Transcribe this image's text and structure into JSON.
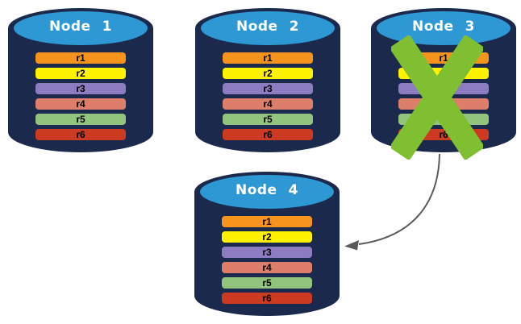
{
  "colors": {
    "background": "#FFFFFF",
    "cylinder_body": "#1B2A4C",
    "cylinder_top": "#2D98D4",
    "node_label_text": "#FFFFFF",
    "row_label_text": "#000000",
    "failure_x": "#80BE32",
    "arrow": "#5B5B5B"
  },
  "rows": [
    {
      "label": "r1",
      "color": "#F7941D"
    },
    {
      "label": "r2",
      "color": "#FFF200"
    },
    {
      "label": "r3",
      "color": "#8E7CC3"
    },
    {
      "label": "r4",
      "color": "#DD7E6B"
    },
    {
      "label": "r5",
      "color": "#93C47D"
    },
    {
      "label": "r6",
      "color": "#CC3B21"
    }
  ],
  "nodes": [
    {
      "label": "Node 1",
      "failed": false
    },
    {
      "label": "Node 2",
      "failed": false
    },
    {
      "label": "Node 3",
      "failed": true
    },
    {
      "label": "Node 4",
      "failed": false
    }
  ],
  "icons": {
    "failure_x": "failure-x-icon",
    "arrow": "curved-replication-arrow-icon"
  }
}
